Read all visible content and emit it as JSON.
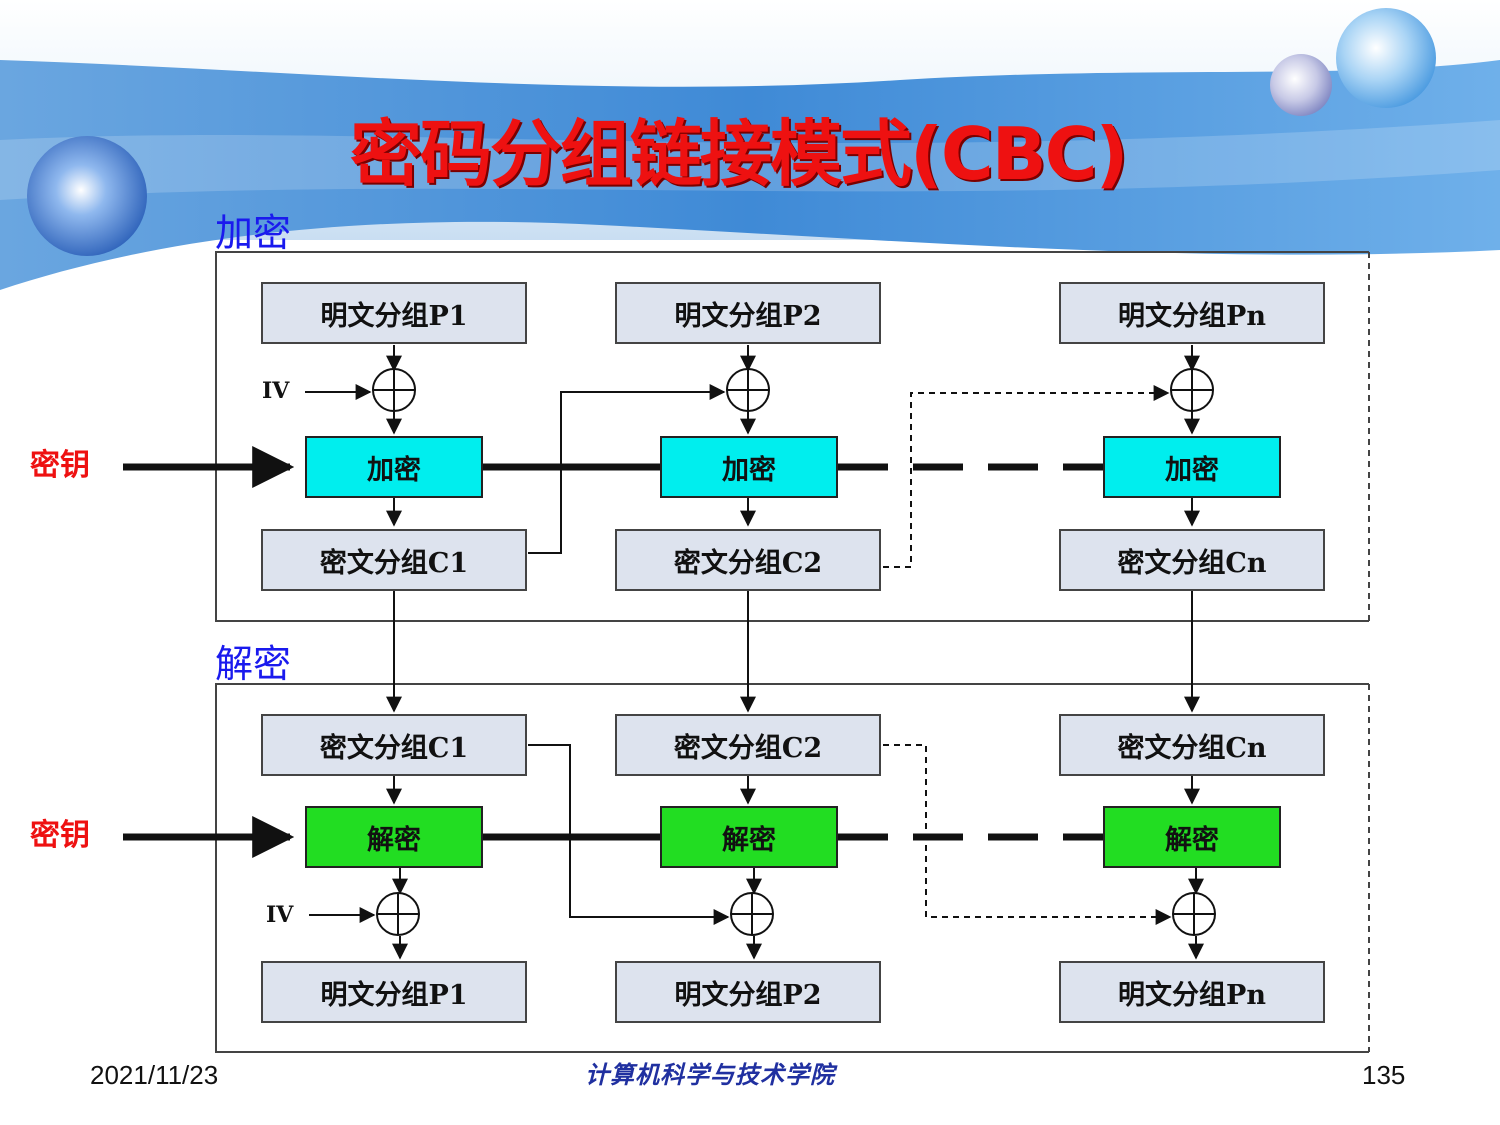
{
  "title": "密码分组链接模式(CBC)",
  "sections": {
    "encrypt": "加密",
    "decrypt": "解密"
  },
  "key_label": "密钥",
  "iv_label": "IV",
  "encrypt": {
    "plaintext": [
      "明文分组P1",
      "明文分组P2",
      "明文分组Pn"
    ],
    "op": "加密",
    "ciphertext": [
      "密文分组C1",
      "密文分组C2",
      "密文分组Cn"
    ]
  },
  "decrypt": {
    "ciphertext": [
      "密文分组C1",
      "密文分组C2",
      "密文分组Cn"
    ],
    "op": "解密",
    "plaintext": [
      "明文分组P1",
      "明文分组P2",
      "明文分组Pn"
    ]
  },
  "footer": {
    "date": "2021/11/23",
    "school": "计算机科学与技术学院",
    "page": "135"
  },
  "colors": {
    "title": "#ee1111",
    "section": "#1a1aee",
    "encrypt_box": "#00eeee",
    "decrypt_box": "#22dd22",
    "block_box": "#dde3ee"
  }
}
